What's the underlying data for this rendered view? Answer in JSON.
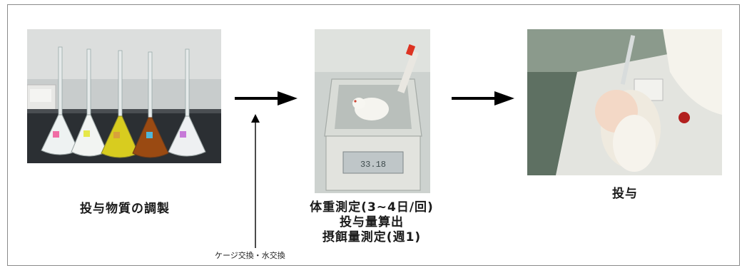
{
  "steps": [
    {
      "label": "投与物質の調製"
    },
    {
      "label_lines": [
        "体重測定(3~4日/回)",
        "投与量算出",
        "摂餌量測定(週1)"
      ]
    },
    {
      "label": "投与"
    }
  ],
  "note": "ケージ交換・水交換",
  "photos": {
    "flasks": {
      "description": "five volumetric flasks with colored labels"
    },
    "scale": {
      "description": "mouse on weighing scale",
      "display_text": "33.18"
    },
    "dosing": {
      "description": "gloved hand holding mouse for dosing"
    }
  },
  "colors": {
    "arrow": "#000000",
    "frame": "#8a8a8a",
    "flask_labels": [
      "#f06ea5",
      "#e6e84a",
      "#d9a13a",
      "#4fb6d8",
      "#c67ad8"
    ],
    "liquids": [
      "#eef2f2",
      "#f2f4f2",
      "#d8cc1f",
      "#9a4a12",
      "#eef0f2"
    ]
  }
}
